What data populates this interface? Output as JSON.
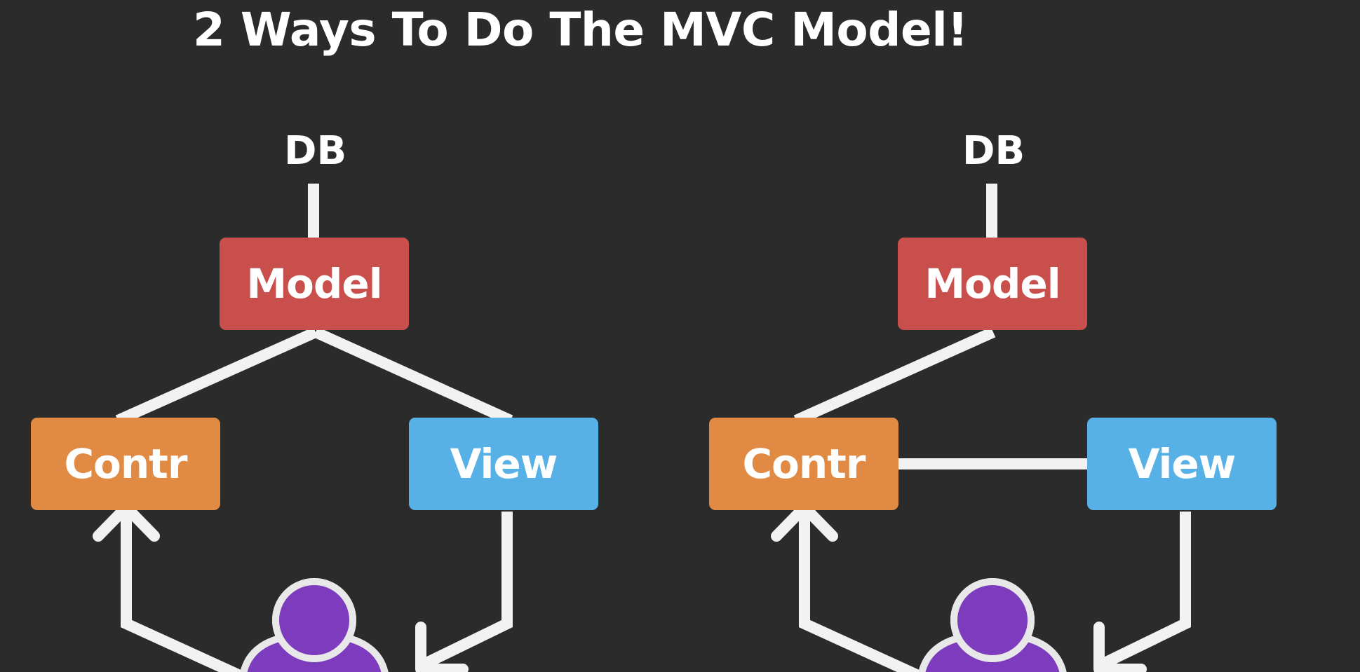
{
  "title": "2 Ways To Do The MVC Model!",
  "colors": {
    "background": "#2b2b2b",
    "model": "#c94f4c",
    "controller": "#e08a44",
    "view": "#58b1e6",
    "user": "#7d3bbd",
    "connector": "#f2f2f2"
  },
  "diagrams": [
    {
      "db": "DB",
      "model": "Model",
      "controller": "Contr",
      "view": "View",
      "user_icon": "user-icon"
    },
    {
      "db": "DB",
      "model": "Model",
      "controller": "Contr",
      "view": "View",
      "user_icon": "user-icon"
    }
  ]
}
